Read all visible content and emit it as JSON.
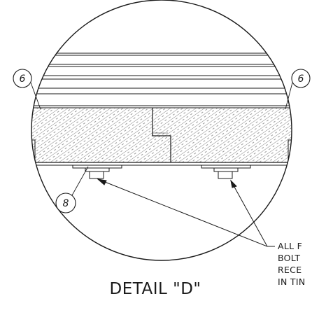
{
  "detail_title": "DETAIL \"D\"",
  "callouts": [
    {
      "label": "6"
    },
    {
      "label": "6"
    },
    {
      "label": "8"
    }
  ],
  "note_lines": [
    "ALL F",
    "BOLT",
    "RECE",
    "IN TIN"
  ],
  "colors": {
    "line": "#1a1a1a",
    "background": "#ffffff"
  }
}
